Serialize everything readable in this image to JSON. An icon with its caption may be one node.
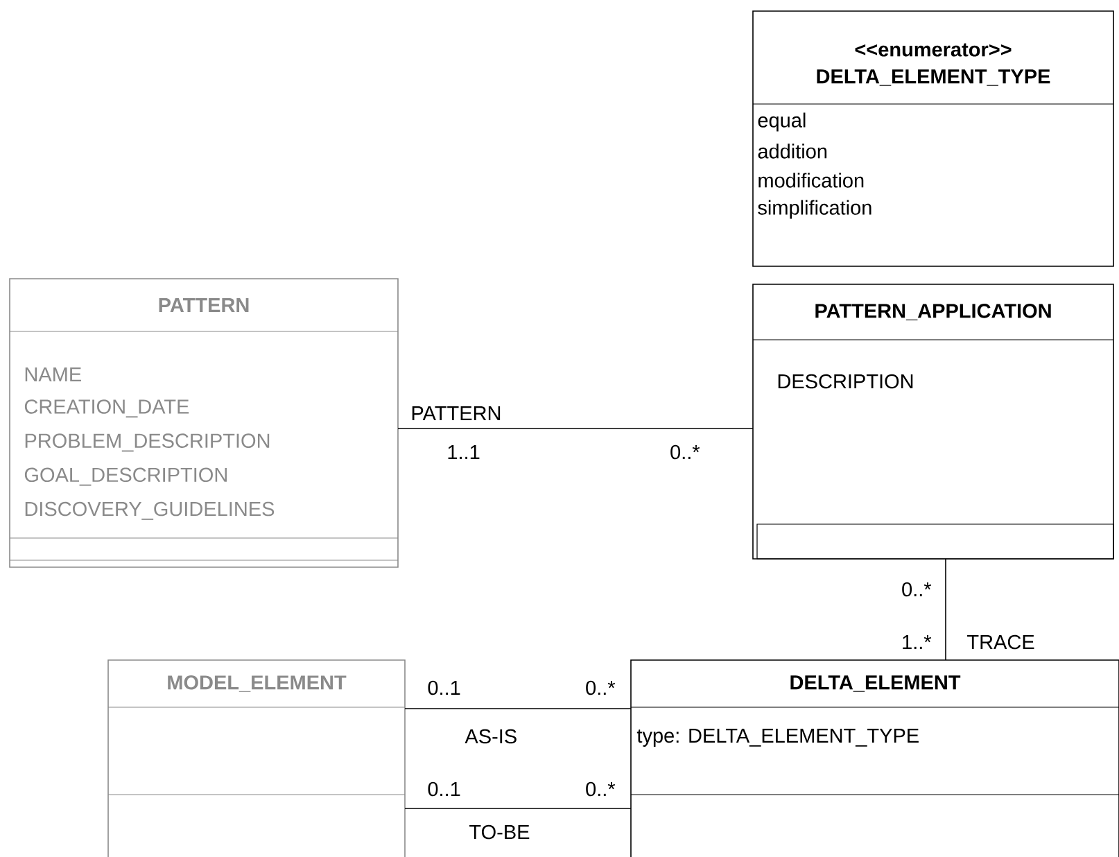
{
  "diagram": {
    "nodes": [
      {
        "text": [
          "<<enumerator>>",
          "DELTA_ELEMENT_TYPE",
          "equal",
          "addition",
          "modification",
          "simplification"
        ]
      },
      {
        "text": [
          "PATTERN",
          "NAME",
          "CREATION_DATE",
          "PROBLEM_DESCRIPTION",
          "GOAL_DESCRIPTION",
          "DISCOVERY_GUIDELINES"
        ]
      },
      {
        "text": [
          "PATTERN_APPLICATION",
          "DESCRIPTION"
        ]
      },
      {
        "text": [
          "MODEL_ELEMENT"
        ]
      },
      {
        "text": [
          "DELTA_ELEMENT",
          "type: DELTA_ELEMENT_TYPE"
        ]
      }
    ],
    "edges": [
      {
        "from": 1,
        "to": 2,
        "arrow": "none",
        "label": "PATTERN"
      },
      {
        "from": 2,
        "to": 4,
        "arrow": "none",
        "label": "TRACE"
      },
      {
        "from": 3,
        "to": 4,
        "arrow": "none",
        "label": "AS-IS"
      },
      {
        "from": 3,
        "to": 4,
        "arrow": "none",
        "label": "TO-BE"
      }
    ],
    "labels": [
      "1..1",
      "0..*",
      "0..*",
      "1..*",
      "0..1",
      "0..*",
      "0..1",
      "0..*"
    ]
  }
}
